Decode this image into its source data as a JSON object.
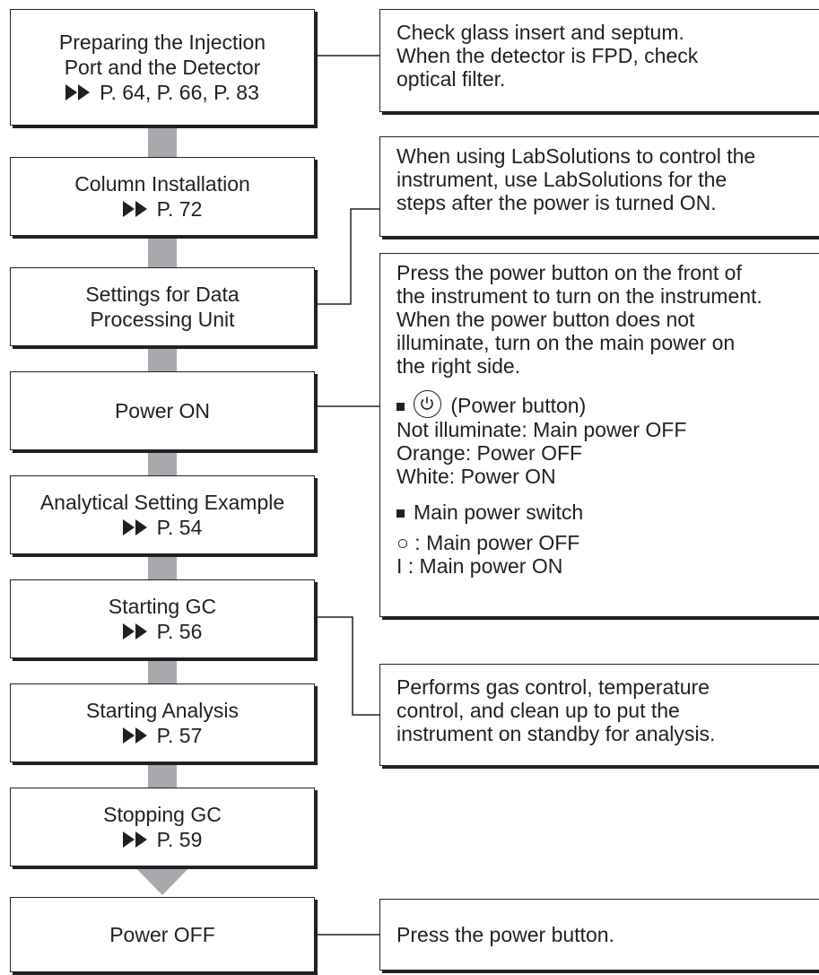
{
  "steps": [
    {
      "lines": [
        "Preparing the Injection",
        "Port and the Detector"
      ],
      "ref": "P. 64, P. 66, P. 83"
    },
    {
      "lines": [
        "Column Installation"
      ],
      "ref": "P. 72"
    },
    {
      "lines": [
        "Settings for Data",
        "Processing Unit"
      ],
      "ref": ""
    },
    {
      "lines": [
        "Power ON"
      ],
      "ref": ""
    },
    {
      "lines": [
        "Analytical Setting Example"
      ],
      "ref": "P. 54"
    },
    {
      "lines": [
        "Starting GC"
      ],
      "ref": "P. 56"
    },
    {
      "lines": [
        "Starting Analysis"
      ],
      "ref": "P. 57"
    },
    {
      "lines": [
        "Stopping GC"
      ],
      "ref": "P. 59"
    },
    {
      "lines": [
        "Power OFF"
      ],
      "ref": ""
    }
  ],
  "notes": {
    "injection": [
      "Check glass insert and septum.",
      "When the detector is FPD, check",
      "optical filter."
    ],
    "labsolutions": [
      "When using LabSolutions to control the",
      "instrument, use LabSolutions for the",
      "steps after the power is turned ON."
    ],
    "power_on": {
      "intro": [
        "Press the power button on the front of",
        "the instrument to turn on the instrument.",
        "When the power button does not",
        "illuminate, turn on the main power on",
        "the right side."
      ],
      "button_heading": "(Power button)",
      "button_states": [
        "Not illuminate: Main power OFF",
        "Orange: Power OFF",
        "White: Power ON"
      ],
      "switch_heading": "Main power switch",
      "switch_states": [
        "○ : Main power OFF",
        "I  : Main power ON"
      ]
    },
    "starting_gc": [
      "Performs gas control, temperature",
      "control, and clean up to put the",
      "instrument on standby for analysis."
    ],
    "power_off": [
      "Press the power button."
    ]
  },
  "colors": {
    "line": "#231f20",
    "arrow": "#a7a9ac"
  }
}
